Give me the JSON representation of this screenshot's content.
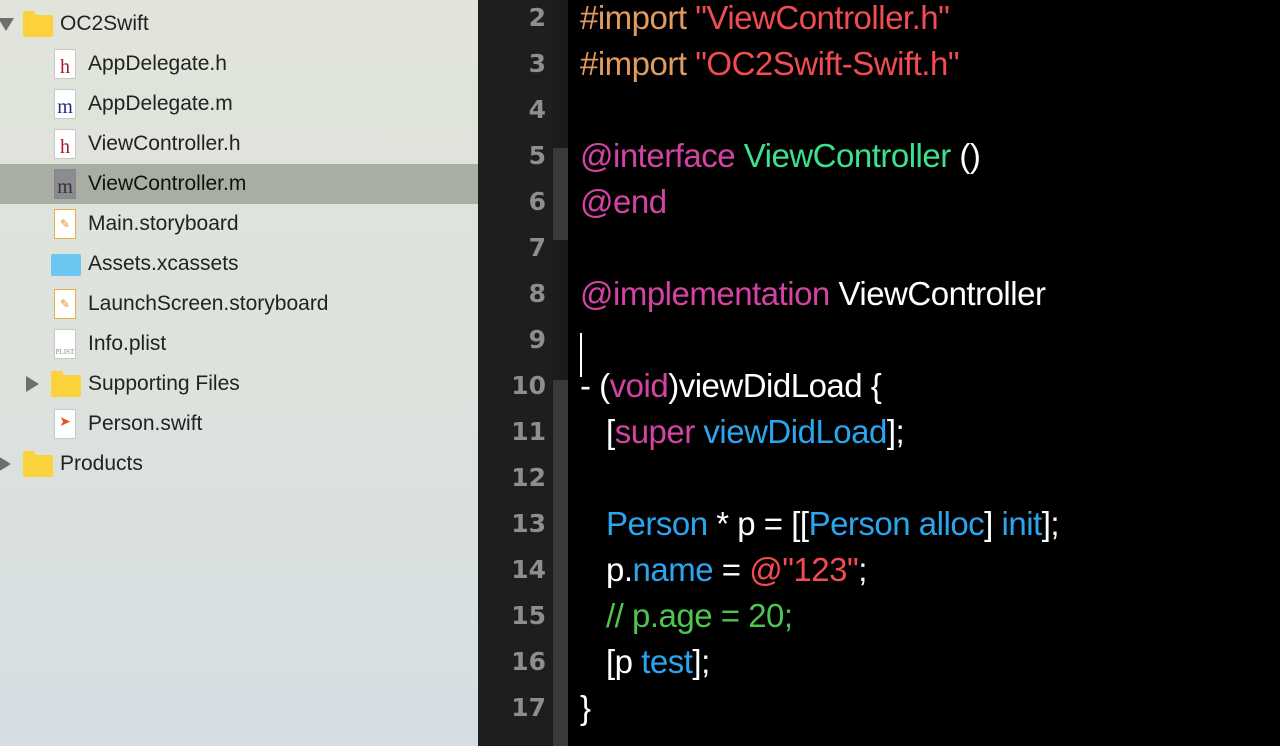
{
  "navigator": {
    "items": [
      {
        "label": "OC2Swift",
        "icon": "folder-icon",
        "level": 0,
        "disclosure": "open"
      },
      {
        "label": "AppDelegate.h",
        "icon": "header-file-icon",
        "glyph": "h",
        "level": 1
      },
      {
        "label": "AppDelegate.m",
        "icon": "objc-file-icon",
        "glyph": "m",
        "level": 1
      },
      {
        "label": "ViewController.h",
        "icon": "header-file-icon",
        "glyph": "h",
        "level": 1
      },
      {
        "label": "ViewController.m",
        "icon": "objc-file-icon",
        "glyph": "m",
        "level": 1,
        "selected": true
      },
      {
        "label": "Main.storyboard",
        "icon": "storyboard-file-icon",
        "glyph": "✎",
        "level": 1
      },
      {
        "label": "Assets.xcassets",
        "icon": "asset-catalog-icon",
        "level": 1
      },
      {
        "label": "LaunchScreen.storyboard",
        "icon": "storyboard-file-icon",
        "glyph": "✎",
        "level": 1
      },
      {
        "label": "Info.plist",
        "icon": "plist-file-icon",
        "glyph": "PLIST",
        "level": 1
      },
      {
        "label": "Supporting Files",
        "icon": "folder-icon",
        "level": 1,
        "disclosure": "closed"
      },
      {
        "label": "Person.swift",
        "icon": "swift-file-icon",
        "glyph": "➤",
        "level": 1
      },
      {
        "label": "Products",
        "icon": "folder-icon",
        "level": 0,
        "disclosure": "closed"
      }
    ]
  },
  "editor": {
    "lines": [
      {
        "n": "2",
        "tokens": [
          [
            "#import ",
            "pp"
          ],
          [
            "\"ViewController.h\"",
            "str"
          ]
        ]
      },
      {
        "n": "3",
        "tokens": [
          [
            "#import ",
            "pp"
          ],
          [
            "\"OC2Swift-Swift.h\"",
            "str"
          ]
        ]
      },
      {
        "n": "4",
        "tokens": []
      },
      {
        "n": "5",
        "tokens": [
          [
            "@interface ",
            "kw"
          ],
          [
            "ViewController",
            "cls"
          ],
          [
            " ()",
            "pl"
          ]
        ]
      },
      {
        "n": "6",
        "tokens": [
          [
            "@end",
            "kw"
          ]
        ]
      },
      {
        "n": "7",
        "tokens": []
      },
      {
        "n": "8",
        "tokens": [
          [
            "@implementation ",
            "kw"
          ],
          [
            "ViewController",
            "pl"
          ]
        ]
      },
      {
        "n": "9",
        "tokens": []
      },
      {
        "n": "10",
        "tokens": [
          [
            "- (",
            "pl"
          ],
          [
            "void",
            "kw"
          ],
          [
            ")viewDidLoad {",
            "pl"
          ]
        ]
      },
      {
        "n": "11",
        "tokens": [
          [
            "   [",
            "pl"
          ],
          [
            "super ",
            "kw"
          ],
          [
            "viewDidLoad",
            "fn"
          ],
          [
            "];",
            "pl"
          ]
        ]
      },
      {
        "n": "12",
        "tokens": []
      },
      {
        "n": "13",
        "tokens": [
          [
            "   ",
            "pl"
          ],
          [
            "Person",
            "fn"
          ],
          [
            " * p = [[",
            "pl"
          ],
          [
            "Person ",
            "fn"
          ],
          [
            "alloc",
            "fn"
          ],
          [
            "] ",
            "pl"
          ],
          [
            "init",
            "fn"
          ],
          [
            "];",
            "pl"
          ]
        ]
      },
      {
        "n": "14",
        "tokens": [
          [
            "   p.",
            "pl"
          ],
          [
            "name",
            "fn"
          ],
          [
            " = ",
            "pl"
          ],
          [
            "@\"123\"",
            "str"
          ],
          [
            ";",
            "pl"
          ]
        ]
      },
      {
        "n": "15",
        "tokens": [
          [
            "   // p.age = 20;",
            "cm"
          ]
        ]
      },
      {
        "n": "16",
        "tokens": [
          [
            "   [p ",
            "pl"
          ],
          [
            "test",
            "fn"
          ],
          [
            "];",
            "pl"
          ]
        ]
      },
      {
        "n": "17",
        "tokens": [
          [
            "}",
            "pl"
          ]
        ]
      }
    ]
  }
}
